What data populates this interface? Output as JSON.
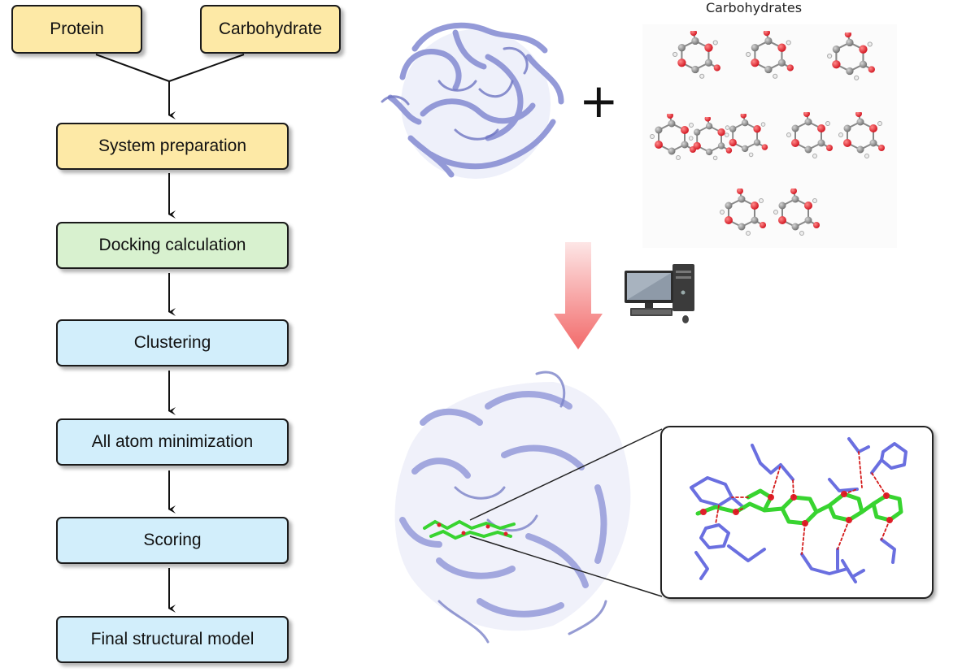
{
  "flowchart": {
    "inputs": [
      {
        "label": "Protein"
      },
      {
        "label": "Carbohydrate"
      }
    ],
    "steps": [
      {
        "label": "System preparation",
        "color": "#fde9a6"
      },
      {
        "label": "Docking calculation",
        "color": "#d8f1cf"
      },
      {
        "label": "Clustering",
        "color": "#d2eefb"
      },
      {
        "label": "All atom minimization",
        "color": "#d2eefb"
      },
      {
        "label": "Scoring",
        "color": "#d2eefb"
      },
      {
        "label": "Final structural model",
        "color": "#d2eefb"
      }
    ]
  },
  "illustration": {
    "carbohydrates_title": "Carbohydrates",
    "plus_symbol": "+",
    "colors": {
      "protein": "#8f95d6",
      "ligand": "#38d430",
      "oxygen": "#e0202a",
      "carbon": "#8a8a8a",
      "hbond": "#d41a1a",
      "arrow_gradient": [
        "#fde3e3",
        "#f26b6b"
      ]
    },
    "icons": [
      "protein-structure-icon",
      "computer-icon",
      "docked-complex-icon",
      "binding-site-icon"
    ]
  }
}
